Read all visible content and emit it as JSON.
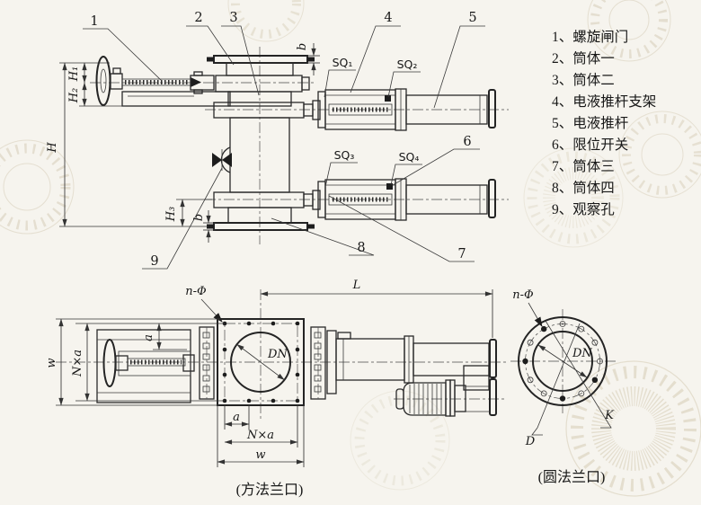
{
  "legend": {
    "items": [
      "1、螺旋闸门",
      "2、筒体一",
      "3、筒体二",
      "4、电液推杆支架",
      "5、电液推杆",
      "6、限位开关",
      "7、筒体三",
      "8、筒体四",
      "9、观察孔"
    ]
  },
  "side_view": {
    "callouts": {
      "c1": "1",
      "c2": "2",
      "c3": "3",
      "c4": "4",
      "c5": "5",
      "c6": "6",
      "c7": "7",
      "c8": "8",
      "c9": "9"
    },
    "switches": {
      "sq1": "SQ₁",
      "sq2": "SQ₂",
      "sq3": "SQ₃",
      "sq4": "SQ₄"
    },
    "dims": {
      "H": "H",
      "H1": "H₁",
      "H2": "H₂",
      "H3": "H₃",
      "b_top": "b",
      "b_bot": "b"
    }
  },
  "front_view": {
    "dims": {
      "L": "L",
      "n_phi": "n-Φ",
      "a_left": "a",
      "Nxa_left": "N×a",
      "w_left": "w",
      "dn": "DN",
      "a_bot": "a",
      "Nxa_bot": "N×a",
      "w_bot": "w"
    },
    "caption": "(方法兰口)"
  },
  "round_view": {
    "dims": {
      "n_phi": "n-Φ",
      "dn": "DN",
      "D": "D",
      "K": "K"
    },
    "caption": "(圆法兰口)"
  },
  "colors": {
    "ink": "#2a2a2a",
    "paper": "#f6f4ee",
    "stamp": "#cbbfa4"
  }
}
